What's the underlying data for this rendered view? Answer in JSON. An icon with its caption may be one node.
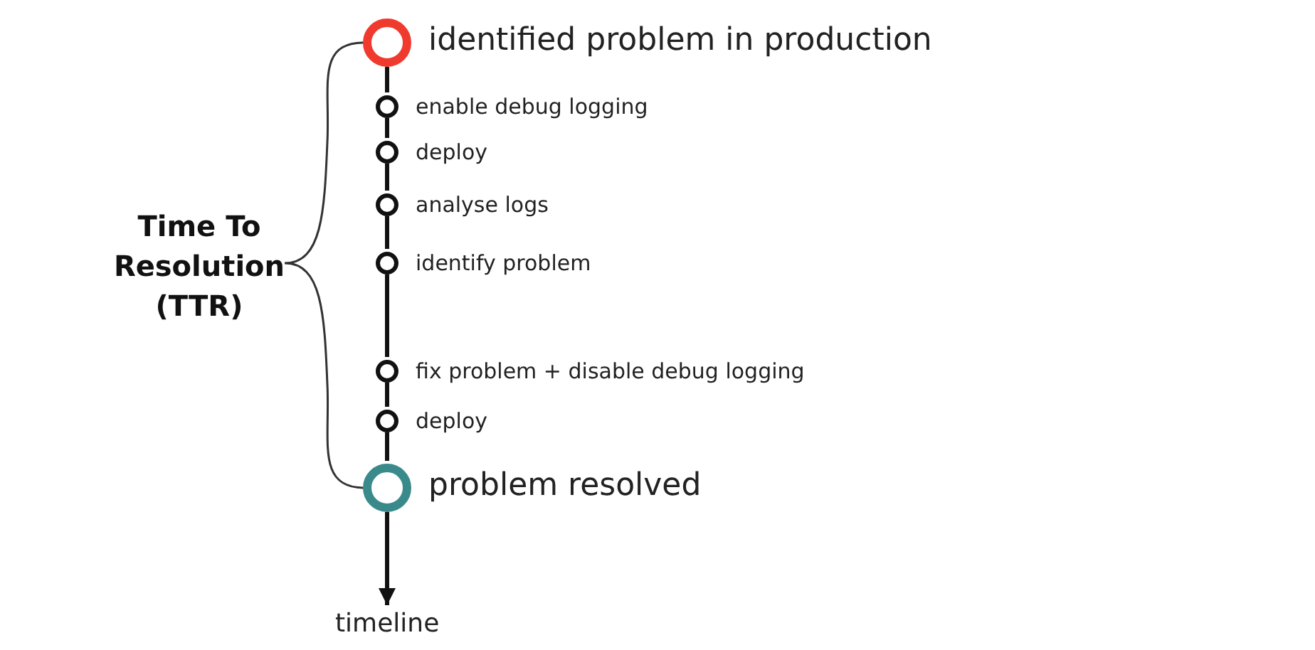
{
  "diagram": {
    "nodes": [
      {
        "text": [],
        "shape": "circle",
        "beside": [
          "identified problem in production"
        ]
      },
      {
        "text": [],
        "shape": "circle",
        "beside": [
          "enable debug logging"
        ]
      },
      {
        "text": [],
        "shape": "circle",
        "beside": [
          "deploy"
        ]
      },
      {
        "text": [],
        "shape": "circle",
        "beside": [
          "analyse logs"
        ]
      },
      {
        "text": [],
        "shape": "circle",
        "beside": [
          "identify problem"
        ]
      },
      {
        "text": [],
        "shape": "circle",
        "beside": [
          "fix problem + disable debug logging"
        ]
      },
      {
        "text": [],
        "shape": "circle",
        "beside": [
          "deploy"
        ]
      },
      {
        "text": [],
        "shape": "circle",
        "beside": [
          "problem resolved"
        ]
      },
      {
        "text": [
          "timeline"
        ]
      }
    ],
    "edges": [
      {
        "from": 0,
        "to": 1,
        "arrow": "none"
      },
      {
        "from": 1,
        "to": 2,
        "arrow": "none"
      },
      {
        "from": 2,
        "to": 3,
        "arrow": "none"
      },
      {
        "from": 3,
        "to": 4,
        "arrow": "none"
      },
      {
        "from": 4,
        "to": 5,
        "arrow": "none"
      },
      {
        "from": 5,
        "to": 6,
        "arrow": "none"
      },
      {
        "from": 6,
        "to": 7,
        "arrow": "none"
      },
      {
        "from": 7,
        "to": 8,
        "arrow": "to"
      }
    ],
    "labels": [
      "Time To Resolution (TTR)"
    ]
  }
}
